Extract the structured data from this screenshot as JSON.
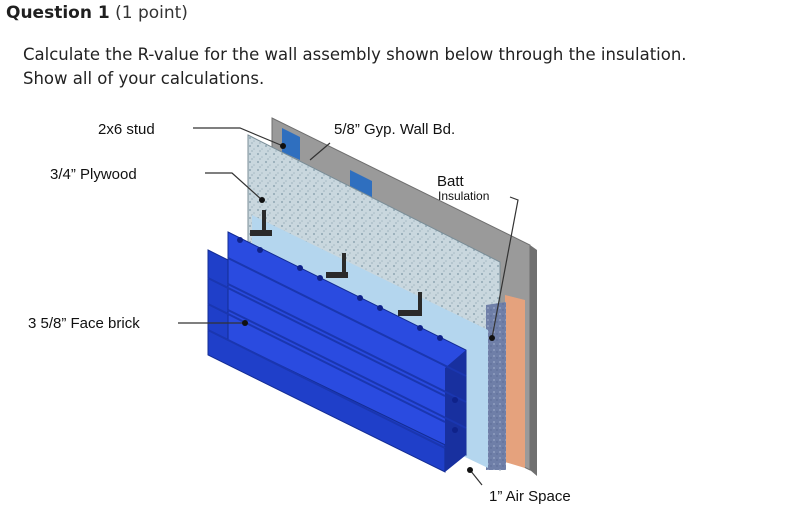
{
  "question": {
    "number_label": "Question 1",
    "points_label": "(1 point)",
    "line1": "Calculate the R-value for the wall assembly shown below through the insulation.",
    "line2": "Show all of your calculations."
  },
  "figure": {
    "labels": {
      "stud": "2x6 stud",
      "plywood": "3/4” Plywood",
      "brick": "3 5/8” Face brick",
      "gyp": "5/8” Gyp. Wall Bd.",
      "batt_1": "Batt",
      "batt_2": "Insulation",
      "air": "1” Air Space"
    }
  }
}
